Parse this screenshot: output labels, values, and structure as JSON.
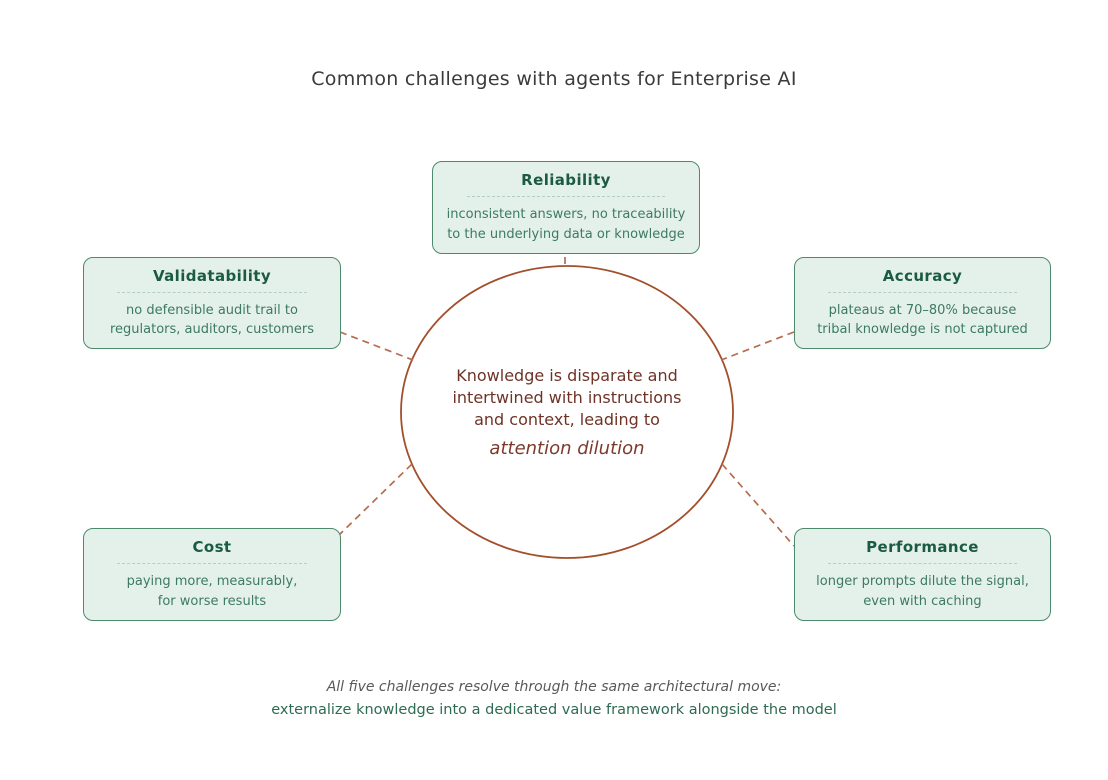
{
  "title": "Common challenges with agents for Enterprise AI",
  "center": {
    "line1": "Knowledge is disparate and",
    "line2": "intertwined with instructions",
    "line3": "and context, leading to",
    "emphasis": "attention dilution"
  },
  "boxes": {
    "reliability": {
      "title": "Reliability",
      "line1": "inconsistent answers, no traceability",
      "line2": "to the underlying data or knowledge"
    },
    "validatability": {
      "title": "Validatability",
      "line1": "no defensible audit trail to",
      "line2": "regulators, auditors, customers"
    },
    "accuracy": {
      "title": "Accuracy",
      "line1": "plateaus at 70–80% because",
      "line2": "tribal knowledge is not captured"
    },
    "cost": {
      "title": "Cost",
      "line1": "paying more, measurably,",
      "line2": "for worse results"
    },
    "performance": {
      "title": "Performance",
      "line1": "longer prompts dilute the signal,",
      "line2": "even with caching"
    }
  },
  "footer": {
    "line1": "All five challenges resolve through the same architectural move:",
    "line2": "externalize knowledge into a dedicated value framework alongside the model"
  },
  "colors": {
    "box_fill": "#e4f1ea",
    "box_border": "#4d8a6c",
    "box_title": "#1b5a43",
    "box_body": "#3d7a62",
    "divider": "#b5cec3",
    "circle_stroke": "#a24f2c",
    "circle_text": "#6e3326",
    "emphasis_text": "#7d392b",
    "connector": "#b76b51",
    "title_text": "#3b3b3b",
    "footer_italic": "#595959",
    "footer_green": "#2e6b52"
  }
}
